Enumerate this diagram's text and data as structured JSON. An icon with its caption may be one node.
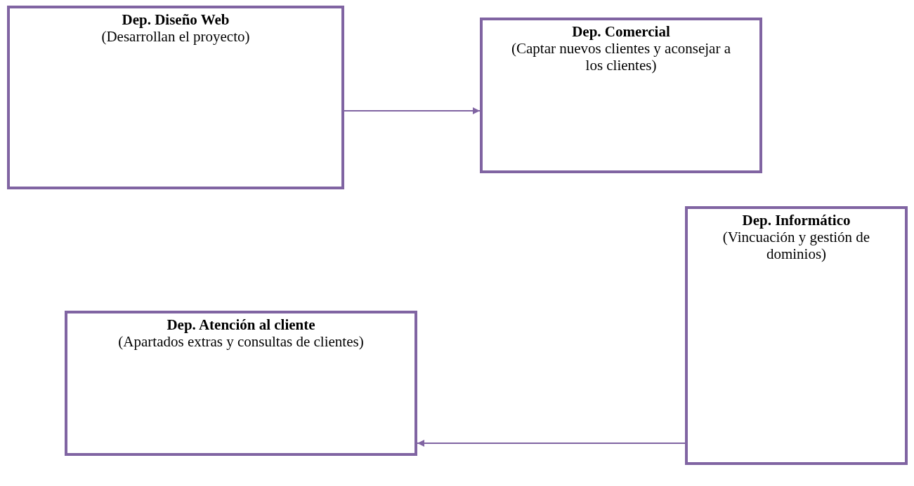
{
  "diagram": {
    "nodes": [
      {
        "text": [
          "Dep. Diseño Web",
          "(Desarrollan el proyecto)"
        ]
      },
      {
        "text": [
          "Dep. Comercial",
          "(Captar nuevos clientes y aconsejar a los clientes)"
        ]
      },
      {
        "text": [
          "Dep. Informático",
          "(Vincuación y gestión de dominios)"
        ]
      },
      {
        "text": [
          "Dep. Atención al cliente",
          "(Apartados extras y consultas de clientes)"
        ]
      }
    ],
    "edges": [
      {
        "from": 0,
        "to": 1,
        "arrow": "to"
      },
      {
        "from": 2,
        "to": 3,
        "arrow": "to"
      }
    ]
  }
}
